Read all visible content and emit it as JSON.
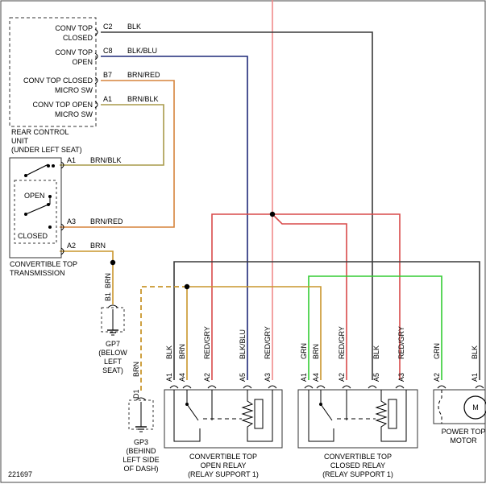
{
  "colors": {
    "blk": "#3a3a3a",
    "blkblu": "#1f2a78",
    "brnred": "#d6843c",
    "brnblk": "#a89a4a",
    "brn": "#c9962c",
    "redgry": "#d94a4a",
    "grn": "#33cc33",
    "pink": "#f08a8a",
    "box": "#333333"
  },
  "rcu": {
    "pins": [
      {
        "line1": "CONV TOP",
        "line2": "CLOSED",
        "pin": "C2",
        "wire": "BLK"
      },
      {
        "line1": "CONV TOP",
        "line2": "OPEN",
        "pin": "C8",
        "wire": "BLK/BLU"
      },
      {
        "line1": "CONV TOP CLOSED",
        "line2": "MICRO SW",
        "pin": "B7",
        "wire": "BRN/RED"
      },
      {
        "line1": "CONV TOP OPEN",
        "line2": "MICRO SW",
        "pin": "A1",
        "wire": "BRN/BLK"
      }
    ],
    "label": [
      "REAR CONTROL",
      "UNIT",
      "(UNDER LEFT SEAT)"
    ]
  },
  "transmission": {
    "open": "OPEN",
    "closed": "CLOSED",
    "pins": [
      {
        "pin": "A1",
        "wire": "BRN/BLK"
      },
      {
        "pin": "A3",
        "wire": "BRN/RED"
      },
      {
        "pin": "A2",
        "wire": "BRN"
      }
    ],
    "label": [
      "CONVERTIBLE TOP",
      "TRANSMISSION"
    ]
  },
  "gp7": {
    "pin": "B1",
    "wire": "BRN",
    "label": [
      "GP7",
      "(BELOW",
      "LEFT",
      "SEAT)"
    ]
  },
  "gp3": {
    "pin": "D1",
    "wire": "BRN",
    "label": [
      "GP3",
      "(BEHIND",
      "LEFT SIDE",
      "OF DASH)"
    ]
  },
  "open_relay": {
    "wires": [
      "BLK",
      "BRN",
      "RED/GRY",
      "BLK/BLU",
      "RED/GRY"
    ],
    "pins": [
      "A1",
      "A4",
      "A2",
      "A5",
      "A3"
    ],
    "label": [
      "CONVERTIBLE TOP",
      "OPEN RELAY",
      "(RELAY SUPPORT 1)"
    ]
  },
  "closed_relay": {
    "wires": [
      "GRN",
      "BRN",
      "RED/GRY",
      "BLK",
      "RED/GRY"
    ],
    "pins": [
      "A1",
      "A4",
      "A2",
      "A5",
      "A3"
    ],
    "label": [
      "CONVERTIBLE TOP",
      "CLOSED RELAY",
      "(RELAY SUPPORT 1)"
    ]
  },
  "motor": {
    "wires": [
      "GRN",
      "BLK"
    ],
    "pins": [
      "A2",
      "A1"
    ],
    "label": [
      "POWER TOP",
      "MOTOR"
    ]
  },
  "figure_id": "221697"
}
